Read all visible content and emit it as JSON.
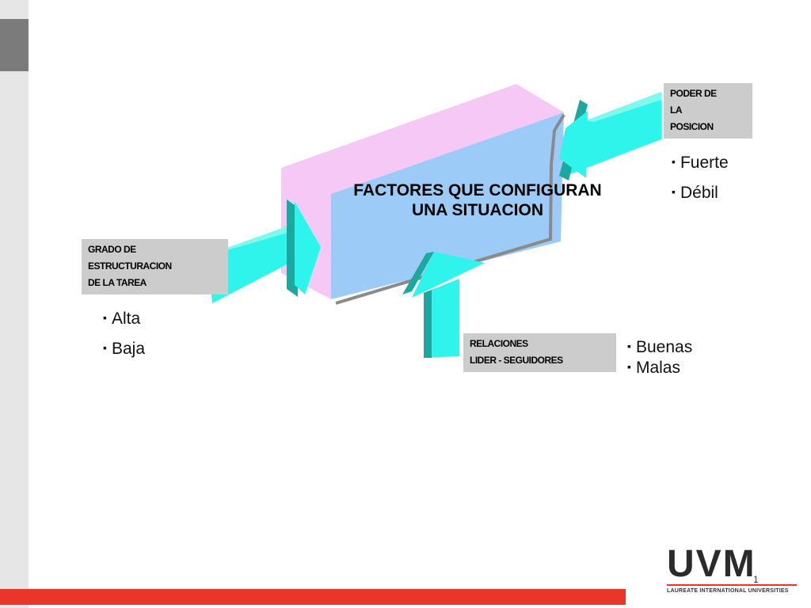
{
  "diagram": {
    "center_title": "FACTORES QUE CONFIGURAN\nUNA SITUACION",
    "factors": [
      {
        "id": "poder",
        "label": "PODER DE\nLA\nPOSICION",
        "options": [
          "Fuerte",
          "Débil"
        ]
      },
      {
        "id": "grado",
        "label": "GRADO DE\nESTRUCTURACION\nDE LA TAREA",
        "options": [
          "Alta",
          "Baja"
        ]
      },
      {
        "id": "relaciones",
        "label": "RELACIONES\nLIDER - SEGUIDORES",
        "options": [
          "Buenas",
          "Malas"
        ]
      }
    ]
  },
  "footer": {
    "logo_text": "UVM",
    "logo_subtext": "LAUREATE INTERNATIONAL UNIVERSITIES",
    "page_number": "1"
  },
  "colors": {
    "box_front": "#9dcbf7",
    "box_top": "#f6c8f5",
    "arrow": "#2ef4ec",
    "arrow_dark": "#1aa89f",
    "accent_red": "#e8372a",
    "label_bg": "#cccccc"
  }
}
